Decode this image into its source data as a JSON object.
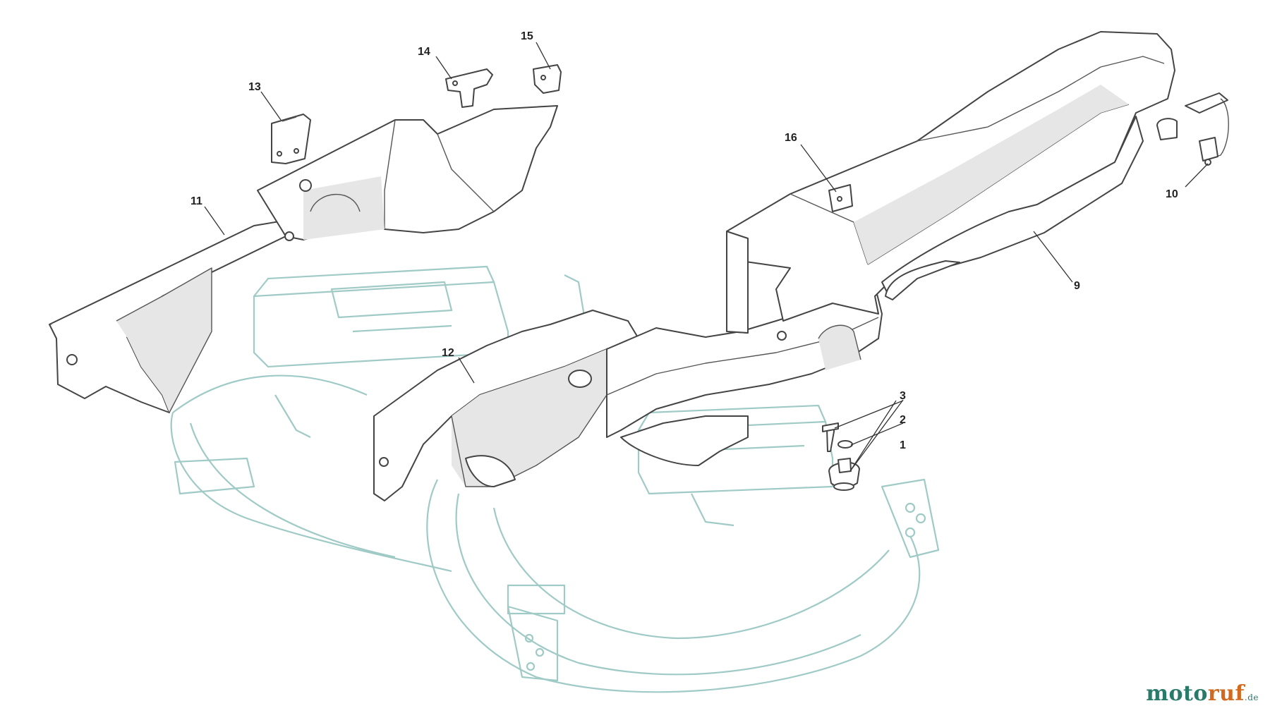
{
  "watermark": {
    "part1": "moto",
    "part2": "ruf",
    "suffix": ".de"
  },
  "callouts": [
    {
      "id": "1",
      "label": "1"
    },
    {
      "id": "2",
      "label": "2"
    },
    {
      "id": "3",
      "label": "3"
    },
    {
      "id": "9",
      "label": "9"
    },
    {
      "id": "10",
      "label": "10"
    },
    {
      "id": "11",
      "label": "11"
    },
    {
      "id": "12",
      "label": "12"
    },
    {
      "id": "13",
      "label": "13"
    },
    {
      "id": "14",
      "label": "14"
    },
    {
      "id": "15",
      "label": "15"
    },
    {
      "id": "16",
      "label": "16"
    }
  ]
}
